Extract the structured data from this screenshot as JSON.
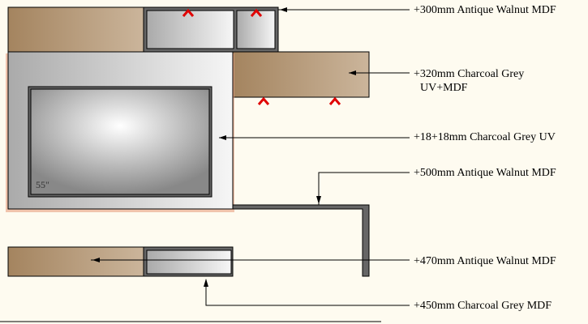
{
  "labels": {
    "top_cabinet": "+300mm Antique Walnut MDF",
    "shelf_line1": "+320mm Charcoal Grey",
    "shelf_line2": "UV+MDF",
    "wall_panel": "+18+18mm Charcoal Grey UV",
    "l_shelf": "+500mm Antique Walnut MDF",
    "bottom_unit": "+470mm Antique Walnut MDF",
    "bottom_box": "+450mm Charcoal Grey MDF"
  },
  "tv_size": "55\"",
  "colors": {
    "walnut_dark": "#a4845f",
    "walnut_light": "#cbb59b",
    "frame": "#666666",
    "marker": "#e00000",
    "background": "#fefbf0"
  }
}
